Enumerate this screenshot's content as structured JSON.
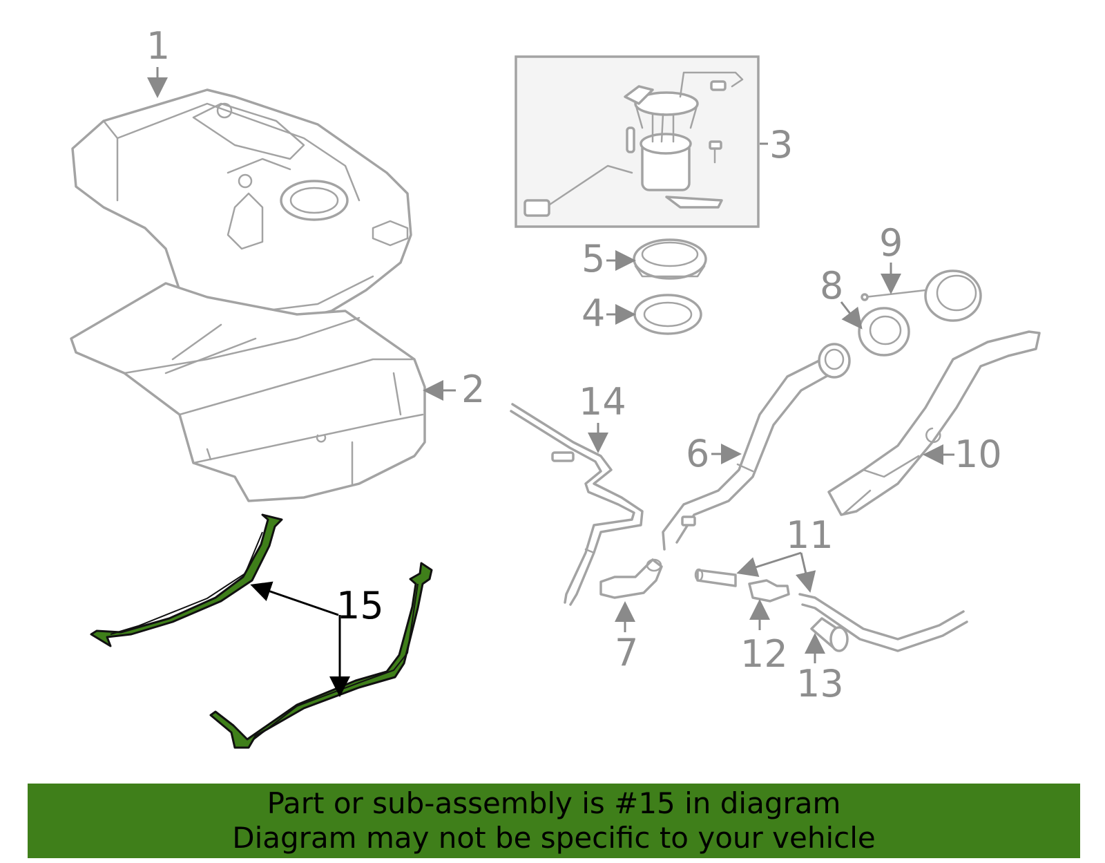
{
  "diagram": {
    "callouts": [
      "1",
      "2",
      "3",
      "4",
      "5",
      "6",
      "7",
      "8",
      "9",
      "10",
      "11",
      "12",
      "13",
      "14",
      "15"
    ],
    "highlighted_callout": "15",
    "colors": {
      "part_stroke": "#a3a3a3",
      "highlight_fill": "#3f7f1a",
      "banner_background": "#3f7f1a",
      "arrow_gray": "#8a8a8a",
      "arrow_black": "#000000"
    }
  },
  "banner": {
    "line1": "Part or sub-assembly is #15 in diagram",
    "line2": "Diagram may not be specific to your vehicle"
  }
}
